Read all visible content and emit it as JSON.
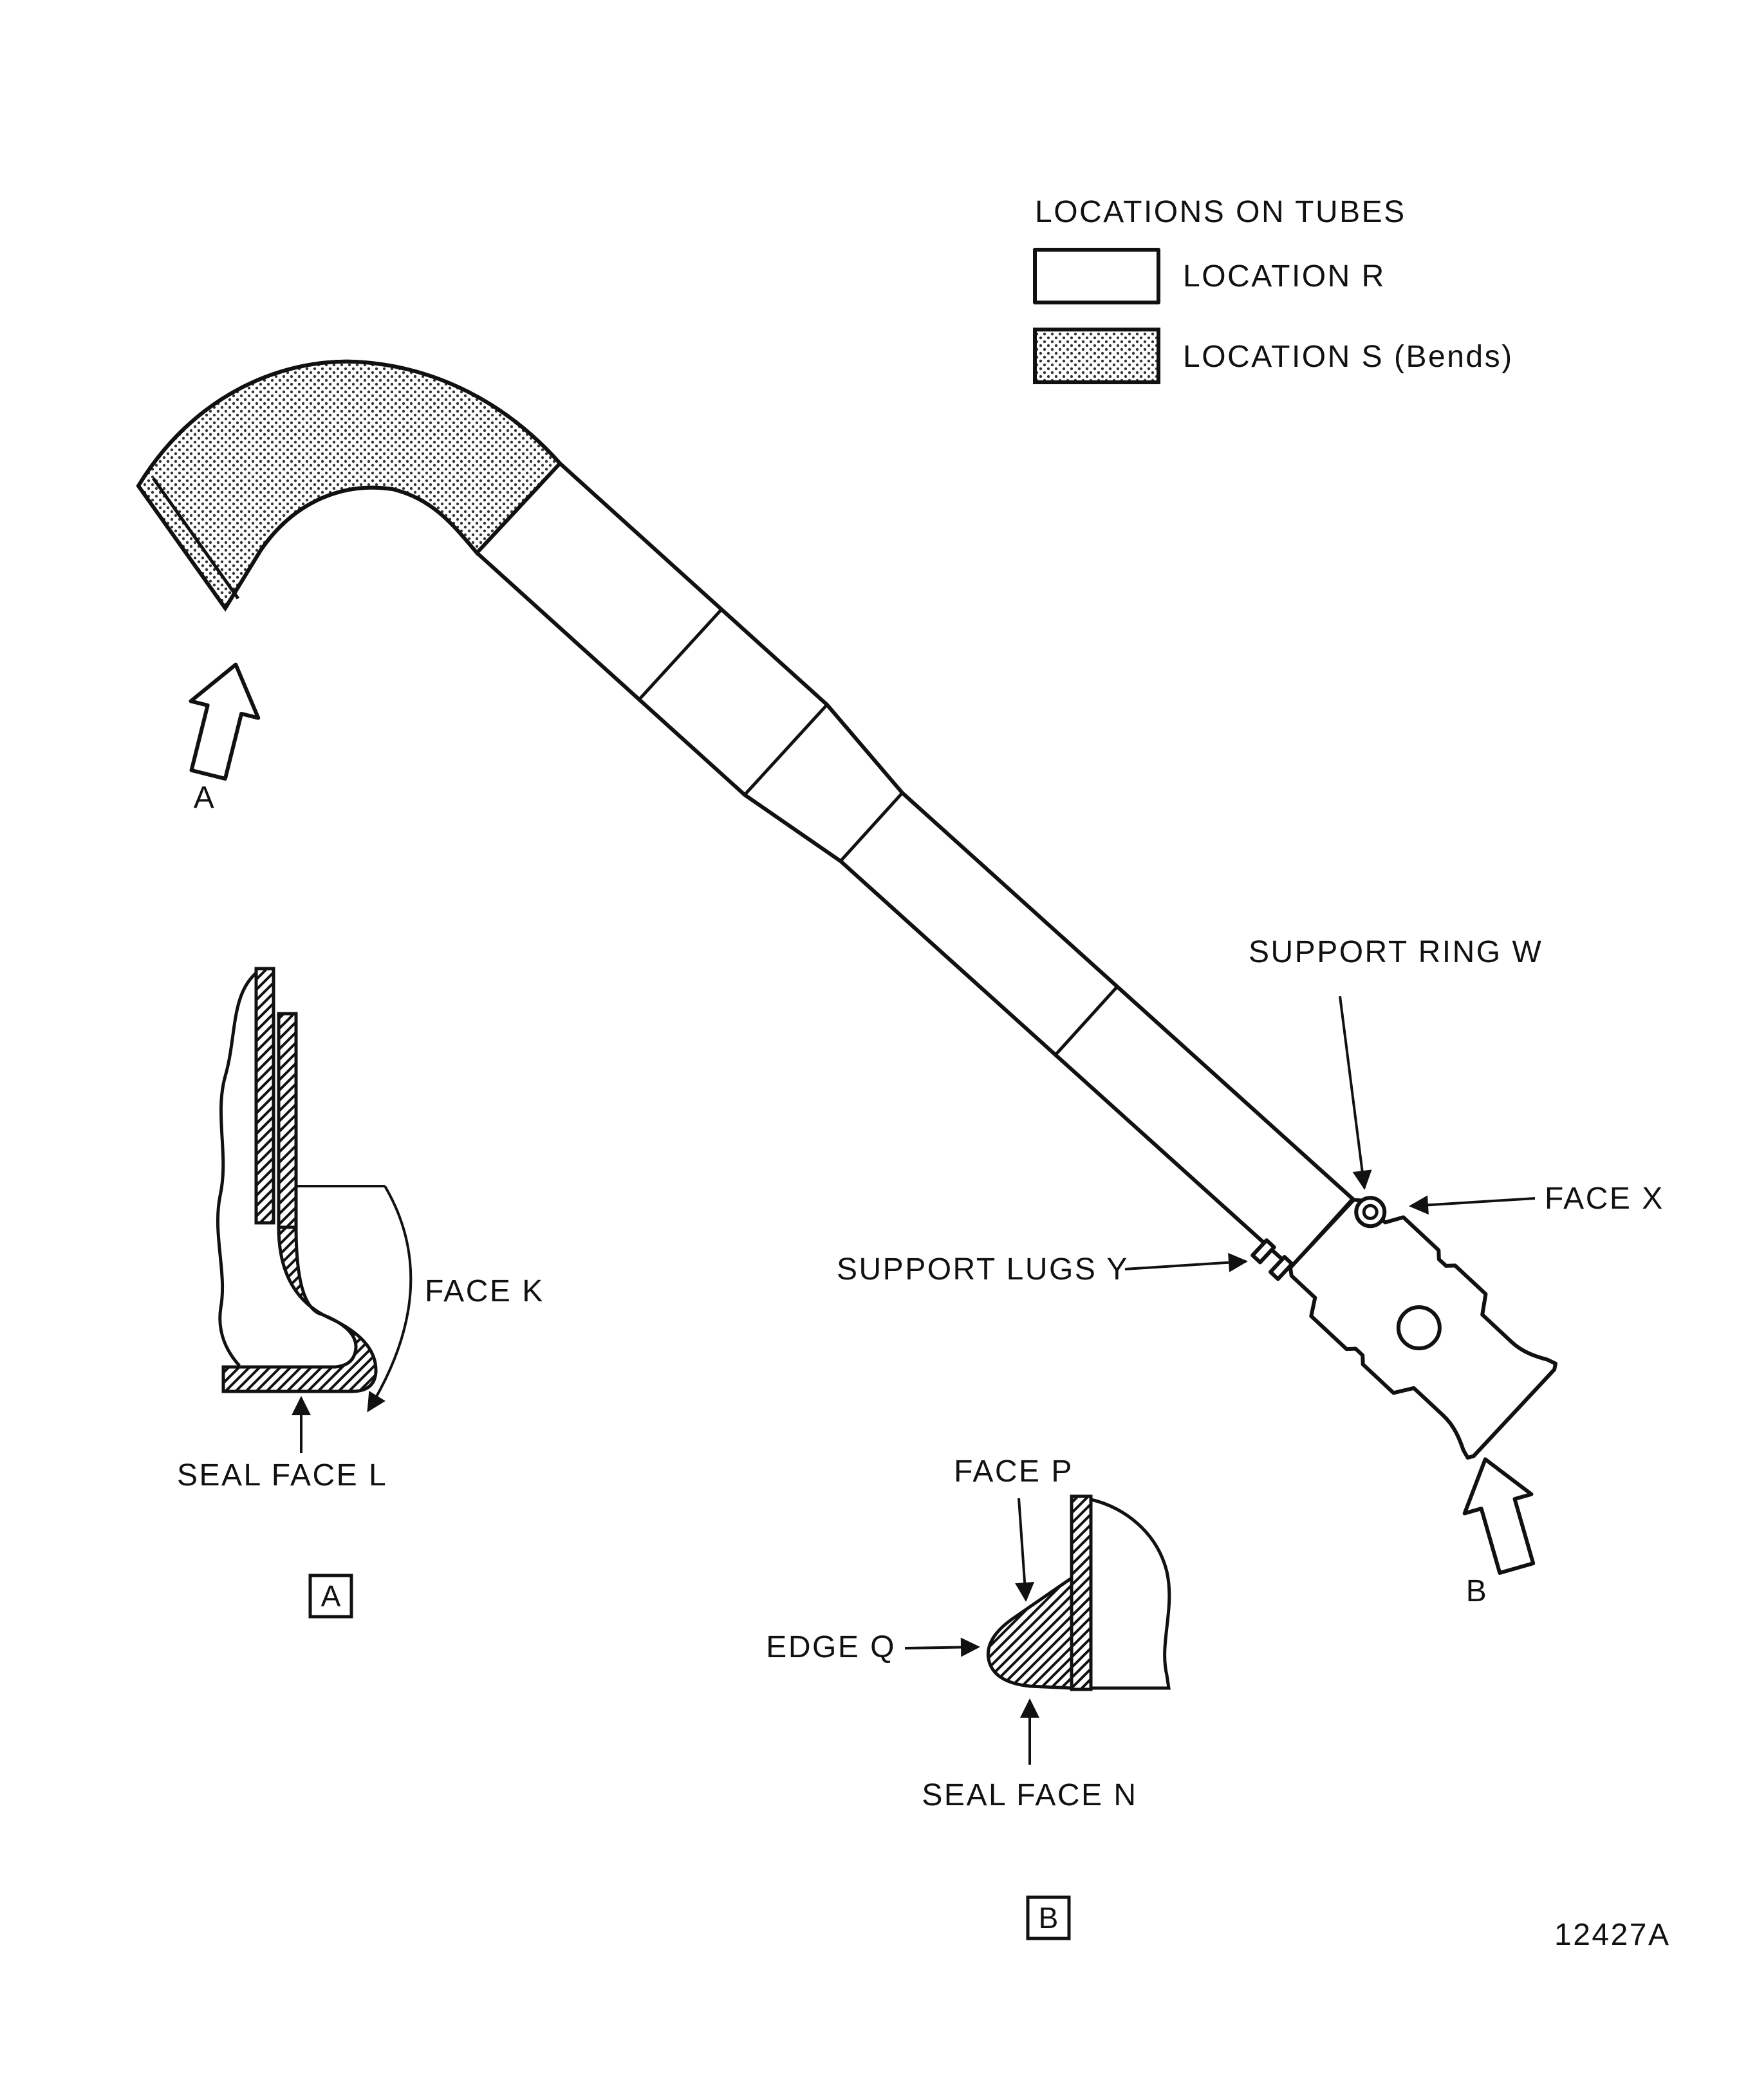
{
  "figure": {
    "number": "12427A"
  },
  "legend": {
    "title": "LOCATIONS ON TUBES",
    "items": [
      {
        "label": "LOCATION R",
        "swatch": "plain"
      },
      {
        "label": "LOCATION S (Bends)",
        "swatch": "stippled"
      }
    ]
  },
  "tube_labels": {
    "support_ring": "SUPPORT RING W",
    "face_x": "FACE X",
    "support_lugs": "SUPPORT LUGS Y"
  },
  "view_arrows": {
    "a": "A",
    "b": "B"
  },
  "detail_a": {
    "face_k": "FACE K",
    "seal_face_l": "SEAL FACE L",
    "marker": "A"
  },
  "detail_b": {
    "face_p": "FACE P",
    "edge_q": "EDGE Q",
    "seal_face_n": "SEAL FACE N",
    "marker": "B"
  },
  "colors": {
    "ink": "#111111",
    "paper": "#ffffff"
  }
}
